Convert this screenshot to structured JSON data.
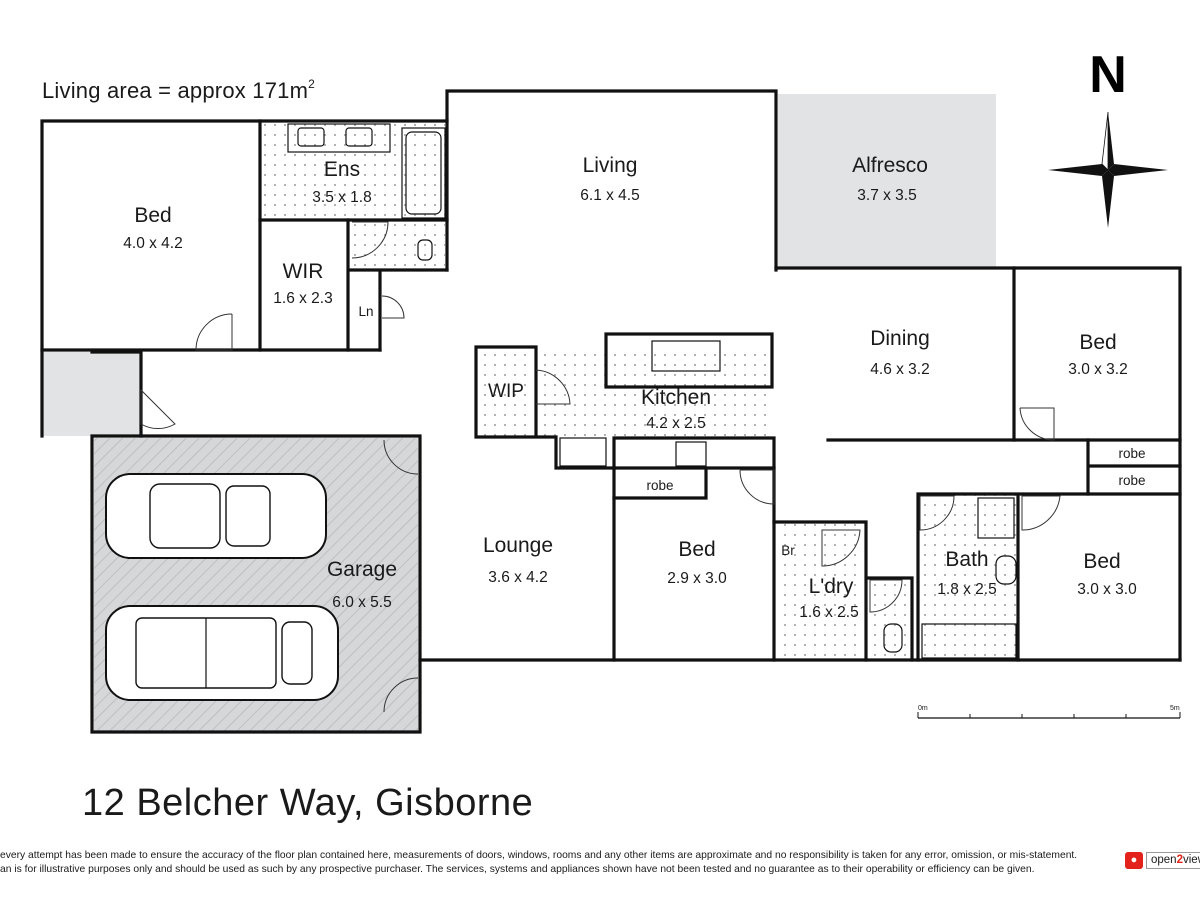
{
  "living_area_note": {
    "text": "Living area = approx 171m",
    "sup": "2"
  },
  "north_label": "N",
  "rooms": {
    "bed_master": {
      "name": "Bed",
      "dims": "4.0 x 4.2"
    },
    "ens": {
      "name": "Ens",
      "dims": "3.5 x 1.8"
    },
    "wir": {
      "name": "WIR",
      "dims": "1.6 x 2.3"
    },
    "ln": {
      "name": "Ln"
    },
    "living": {
      "name": "Living",
      "dims": "6.1 x 4.5"
    },
    "alfresco": {
      "name": "Alfresco",
      "dims": "3.7 x 3.5"
    },
    "dining": {
      "name": "Dining",
      "dims": "4.6 x 3.2"
    },
    "bed_ne": {
      "name": "Bed",
      "dims": "3.0 x 3.2"
    },
    "wip": {
      "name": "WIP"
    },
    "kitchen": {
      "name": "Kitchen",
      "dims": "4.2 x 2.5"
    },
    "robe_1": {
      "name": "robe"
    },
    "robe_2": {
      "name": "robe"
    },
    "robe_3": {
      "name": "robe"
    },
    "garage": {
      "name": "Garage",
      "dims": "6.0 x 5.5"
    },
    "lounge": {
      "name": "Lounge",
      "dims": "3.6 x 4.2"
    },
    "bed_mid": {
      "name": "Bed",
      "dims": "2.9 x 3.0"
    },
    "br": {
      "name": "Br"
    },
    "ldry": {
      "name": "L'dry",
      "dims": "1.6 x 2.5"
    },
    "bath": {
      "name": "Bath",
      "dims": "1.8 x 2.5"
    },
    "bed_se": {
      "name": "Bed",
      "dims": "3.0 x 3.0"
    }
  },
  "scale_bar": {
    "start": "0m",
    "end": "5m"
  },
  "address": "12 Belcher Way, Gisborne",
  "disclaimer": {
    "line1": "every attempt has been made to ensure the accuracy of the floor plan contained here, measurements of doors, windows, rooms and any other items are approximate and no responsibility is taken for any error, omission, or mis-statement.",
    "line2": "an is for illustrative purposes only and should be used as such by any prospective purchaser. The services, systems and appliances shown have not been tested and no guarantee as to their operability or efficiency can be given."
  },
  "logo": {
    "pre": "open",
    "two": "2",
    "post": "view"
  },
  "colors": {
    "wall": "#111111",
    "tile_dot": "#9a9a9a",
    "alfresco_fill": "#e2e3e5",
    "garage_fill": "#d6d7d9",
    "hatch": "#b8b9bb"
  }
}
